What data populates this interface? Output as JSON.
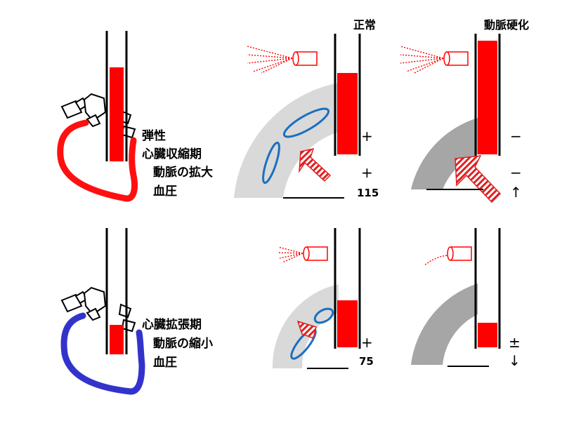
{
  "headers": {
    "normal": "正常",
    "sclerosis": "動脈硬化"
  },
  "systole_labels": {
    "elasticity": "弾性",
    "phase": "心臓収縮期",
    "artery_change": "動脈の拡大",
    "pressure": "血圧"
  },
  "diastole_labels": {
    "phase": "心臓拡張期",
    "artery_change": "動脈の縮小",
    "pressure": "血圧"
  },
  "normal_systole": {
    "elasticity_sign": "+",
    "artery_sign": "+",
    "pressure_value": "115"
  },
  "sclerosis_systole": {
    "elasticity_sign": "−",
    "artery_sign": "−",
    "pressure_trend": "↑"
  },
  "normal_diastole": {
    "artery_sign": "+",
    "pressure_value": "75"
  },
  "sclerosis_diastole": {
    "artery_sign": "±",
    "pressure_trend": "↓"
  },
  "colors": {
    "blood": "#ff0000",
    "heart_systole": "#ff1010",
    "heart_diastole": "#3333cc",
    "vessel_outline": "#1a6fc0",
    "normal_wall": "#d9d9d9",
    "sclerosis_wall": "#a0a0a0"
  },
  "icons": [
    "heart-outline-icon",
    "spray-nozzle-icon",
    "pressure-arrow-icon",
    "manometer-tube-icon"
  ]
}
